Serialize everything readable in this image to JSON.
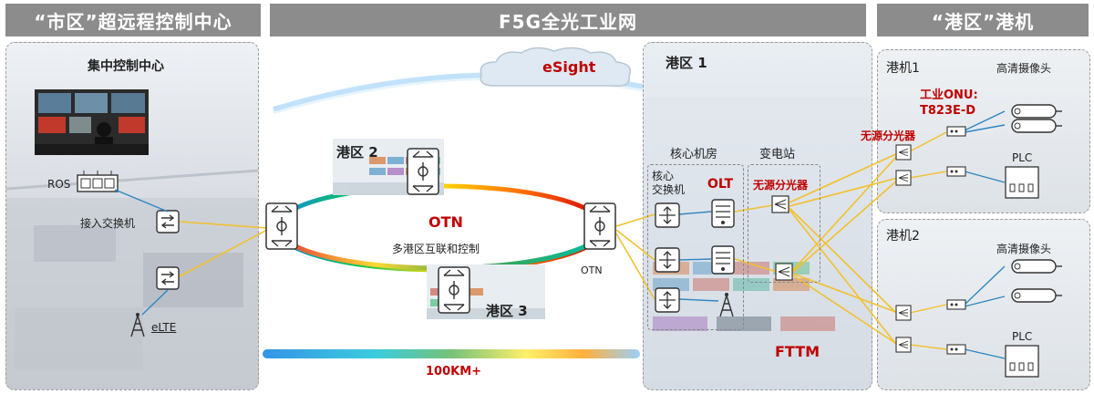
{
  "headers": {
    "left": "“市区”超远程控制中心",
    "middle": "F5G全光工业网",
    "right": "“港区”港机"
  },
  "left": {
    "title": "集中控制中心",
    "ros": "ROS",
    "access_switch": "接入交换机",
    "elte": "eLTE"
  },
  "middle": {
    "cloud": "eSight",
    "port2": "港区 2",
    "port3": "港区 3",
    "otn_center": "OTN",
    "otn_sub": "多港区互联和控制",
    "otn_right": "OTN",
    "distance": "100KM+"
  },
  "port1": {
    "title": "港区 1",
    "core_room": "核心机房",
    "substation": "变电站",
    "core_switch": "核心\n交换机",
    "olt": "OLT",
    "splitter_sub": "无源分光器",
    "fttm": "FTTM"
  },
  "cranes": {
    "crane1": "港机1",
    "crane2": "港机2",
    "camera": "高清摄像头",
    "plc": "PLC",
    "onu": "工业ONU:\nT823E-D",
    "splitter": "无源分光器"
  },
  "colors": {
    "header": "#8c8c8c",
    "accent_red": "#c00000",
    "link_yellow": "#f2c12e",
    "link_blue": "#2e86c1"
  }
}
